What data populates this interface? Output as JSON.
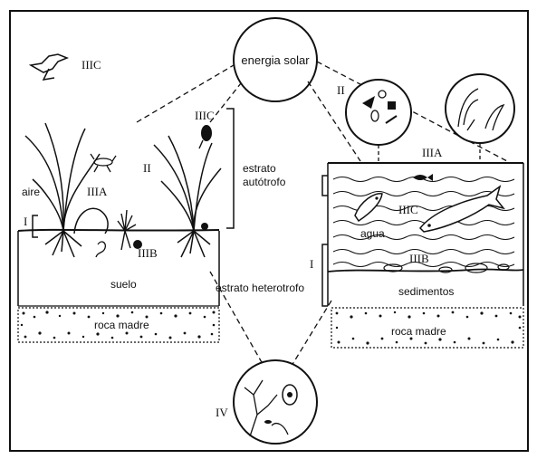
{
  "labels": {
    "energia_solar": "energia solar",
    "bird_level": "IIIC",
    "plants_level": "IIIC",
    "trophic_II_left": "II",
    "estrato_autotrofo_line1": "estrato",
    "estrato_autotrofo_line2": "autótrofo",
    "aire": "aire",
    "herbivore_level": "IIIA",
    "level_I_left": "I",
    "soil_fauna_level": "IIIB",
    "suelo": "suelo",
    "roca_madre_left": "roca madre",
    "estrato_heterotrofo": "estrato heterotrofo",
    "decomposers_level": "IV",
    "trophic_II_right": "II",
    "zooplankton_level": "IIIA",
    "fish_level": "IIIC",
    "agua": "agua",
    "level_I_right": "I",
    "benthos_level": "IIIB",
    "sedimentos": "sedimentos",
    "roca_madre_right": "roca madre"
  },
  "colors": {
    "ink": "#111111",
    "paper": "#ffffff"
  }
}
